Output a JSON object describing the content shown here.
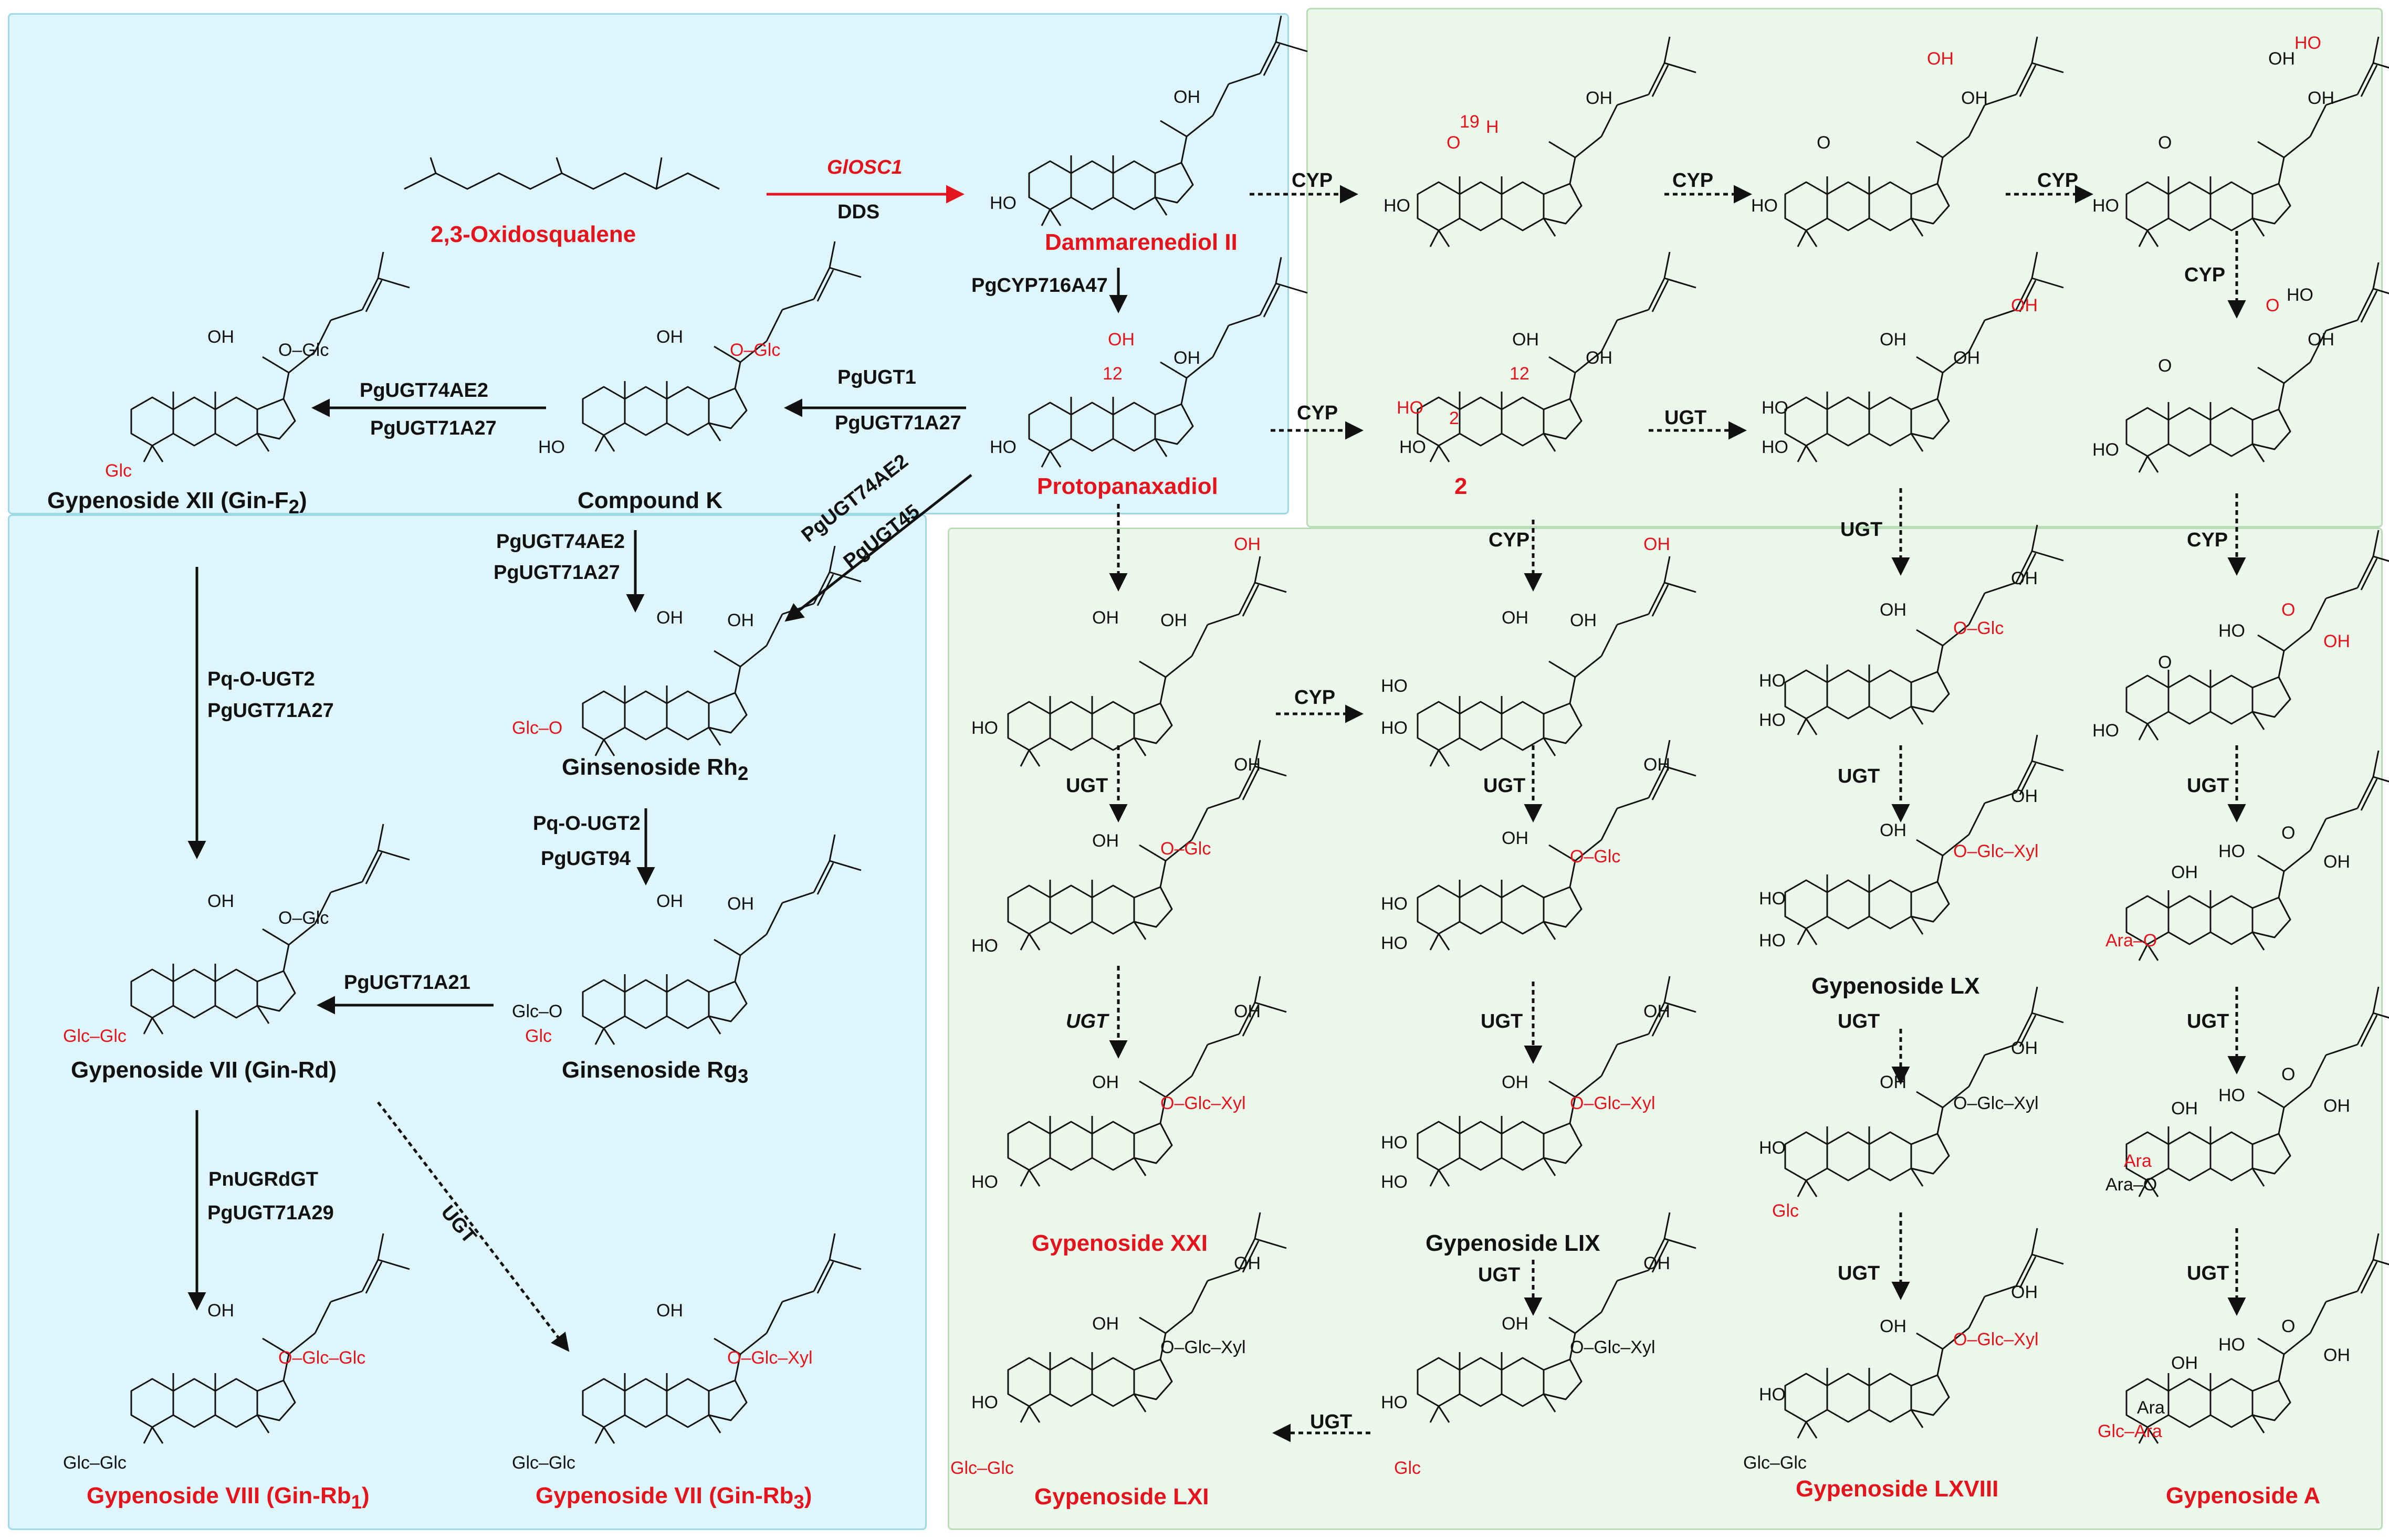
{
  "colors": {
    "highlight": "#e3141c",
    "panel_blue": "#def6fb",
    "panel_blue_border": "#9fd9e6",
    "panel_green": "#eaf7ea",
    "panel_green_border": "#b9ddb9",
    "ink": "#111111"
  },
  "compounds": {
    "oxidosqualene": "2,3-Oxidosqualene",
    "dammarenediol": "Dammarenediol II",
    "protopanaxadiol": "Protopanaxadiol",
    "compound_k": "Compound K",
    "gypenoside_xii": "Gypenoside XII (Gin-F",
    "gypenoside_xii_sub": "2",
    "gypenoside_xii_close": ")",
    "ginsenoside_rh2": "Ginsenoside Rh",
    "ginsenoside_rh2_sub": "2",
    "ginsenoside_rg3": "Ginsenoside Rg",
    "ginsenoside_rg3_sub": "3",
    "gypenoside_vii_rd": "Gypenoside VII (Gin-Rd)",
    "gypenoside_viii": "Gypenoside VIII (Gin-Rb",
    "gypenoside_viii_sub": "1",
    "gypenoside_viii_close": ")",
    "gypenoside_vii_rb3": "Gypenoside VII (Gin-Rb",
    "gypenoside_vii_rb3_sub": "3",
    "gypenoside_vii_rb3_close": ")",
    "compound_2": "2",
    "gypenoside_xxi": "Gypenoside XXI",
    "gypenoside_lix": "Gypenoside LIX",
    "gypenoside_lx": "Gypenoside LX",
    "gypenoside_lxi": "Gypenoside LXI",
    "gypenoside_lxviii": "Gypenoside LXVIII",
    "gypenoside_a": "Gypenoside A"
  },
  "enzymes": {
    "glosc1": "GlOSC1",
    "dds": "DDS",
    "pgcyp716a47": "PgCYP716A47",
    "pgugt1": "PgUGT1",
    "pgugt71a27": "PgUGT71A27",
    "pgugt74ae2": "PgUGT74AE2",
    "pgugt74ae2_diag": "PgUGT74AE2",
    "pgugt45": "PgUGT45",
    "pq_o_ugt2": "Pq-O-UGT2",
    "pgugt94": "PgUGT94",
    "pgugt71a21": "PgUGT71A21",
    "pnugrdgt": "PnUGRdGT",
    "pgugt71a29": "PgUGT71A29",
    "cyp": "CYP",
    "ugt": "UGT"
  },
  "substituents": {
    "oh": "OH",
    "ho": "HO",
    "h": "H",
    "o": "O",
    "glc": "Glc",
    "xyl": "Xyl",
    "ara": "Ara",
    "o_glc": "O–Glc",
    "glc_o": "Glc–O",
    "glc_glc": "Glc–Glc",
    "o_glc_xyl": "O–Glc–Xyl",
    "o_glc_glc": "O–Glc–Glc",
    "ara_o": "Ara–O",
    "glc_ara": "Glc–Ara",
    "num_19": "19",
    "num_12": "12",
    "num_2": "2"
  }
}
